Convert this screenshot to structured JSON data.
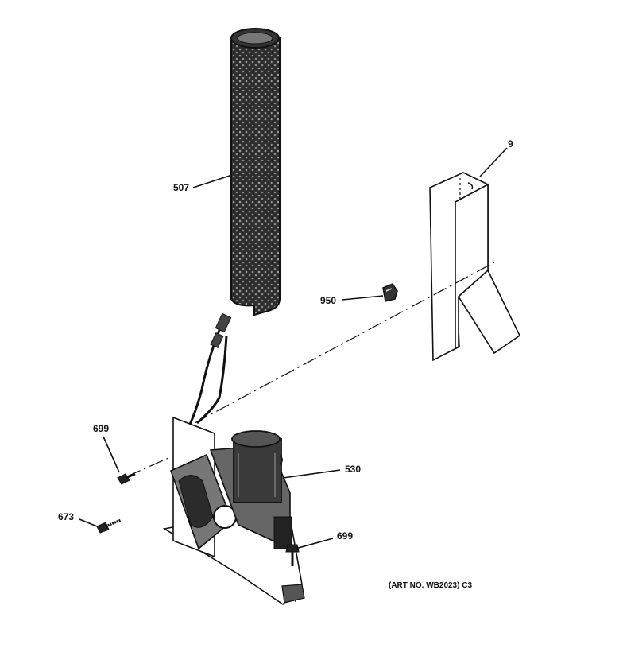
{
  "callouts": {
    "duct": "507",
    "bracket": "9",
    "clip": "950",
    "screw_left": "699",
    "screw_bottom": "699",
    "screw_small": "673",
    "fan": "530"
  },
  "caption": "(ART NO. WB2023) C3"
}
